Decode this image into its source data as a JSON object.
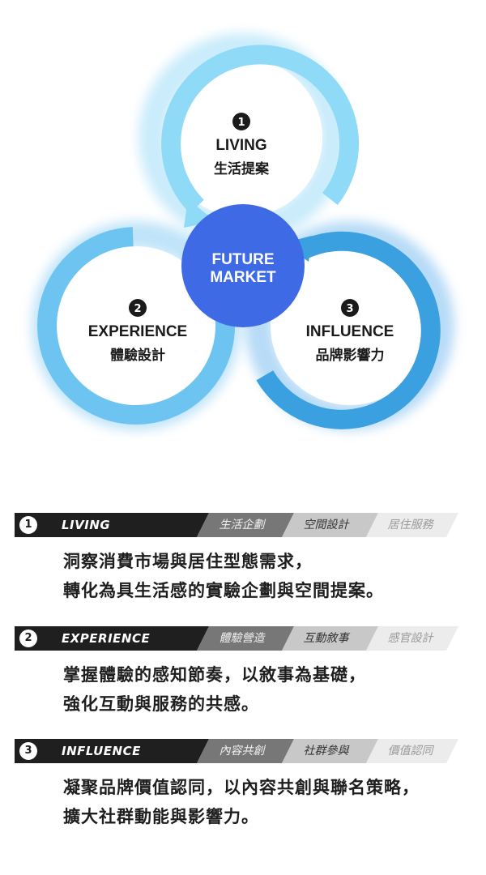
{
  "diagram": {
    "center": {
      "line1": "FUTURE",
      "line2": "MARKET"
    },
    "nodes": [
      {
        "num": "1",
        "en": "LIVING",
        "zh": "生活提案"
      },
      {
        "num": "2",
        "en": "EXPERIENCE",
        "zh": "體驗設計"
      },
      {
        "num": "3",
        "en": "INFLUENCE",
        "zh": "品牌影響力"
      }
    ]
  },
  "sections": [
    {
      "num": "1",
      "title": "LIVING",
      "tags": [
        "生活企劃",
        "空間設計",
        "居住服務"
      ],
      "lines": [
        "洞察消費市場與居住型態需求，",
        "轉化為具生活感的實驗企劃與空間提案。"
      ]
    },
    {
      "num": "2",
      "title": "EXPERIENCE",
      "tags": [
        "體驗營造",
        "互動敘事",
        "感官設計"
      ],
      "lines": [
        "掌握體驗的感知節奏，以敘事為基礎，",
        "強化互動與服務的共感。"
      ]
    },
    {
      "num": "3",
      "title": "INFLUENCE",
      "tags": [
        "內容共創",
        "社群參與",
        "價值認同"
      ],
      "lines": [
        "凝聚品牌價值認同，以內容共創與聯名策略，",
        "擴大社群動能與影響力。"
      ]
    }
  ],
  "colors": {
    "living": "#8fdaf7",
    "experience": "#6ec4f0",
    "influence": "#3aa0e0",
    "center": "#3e6ae6",
    "bar_dark": "#1f1f1f",
    "tag_1": "#777777",
    "tag_2": "#c8c8c8",
    "tag_3": "#ececec"
  }
}
